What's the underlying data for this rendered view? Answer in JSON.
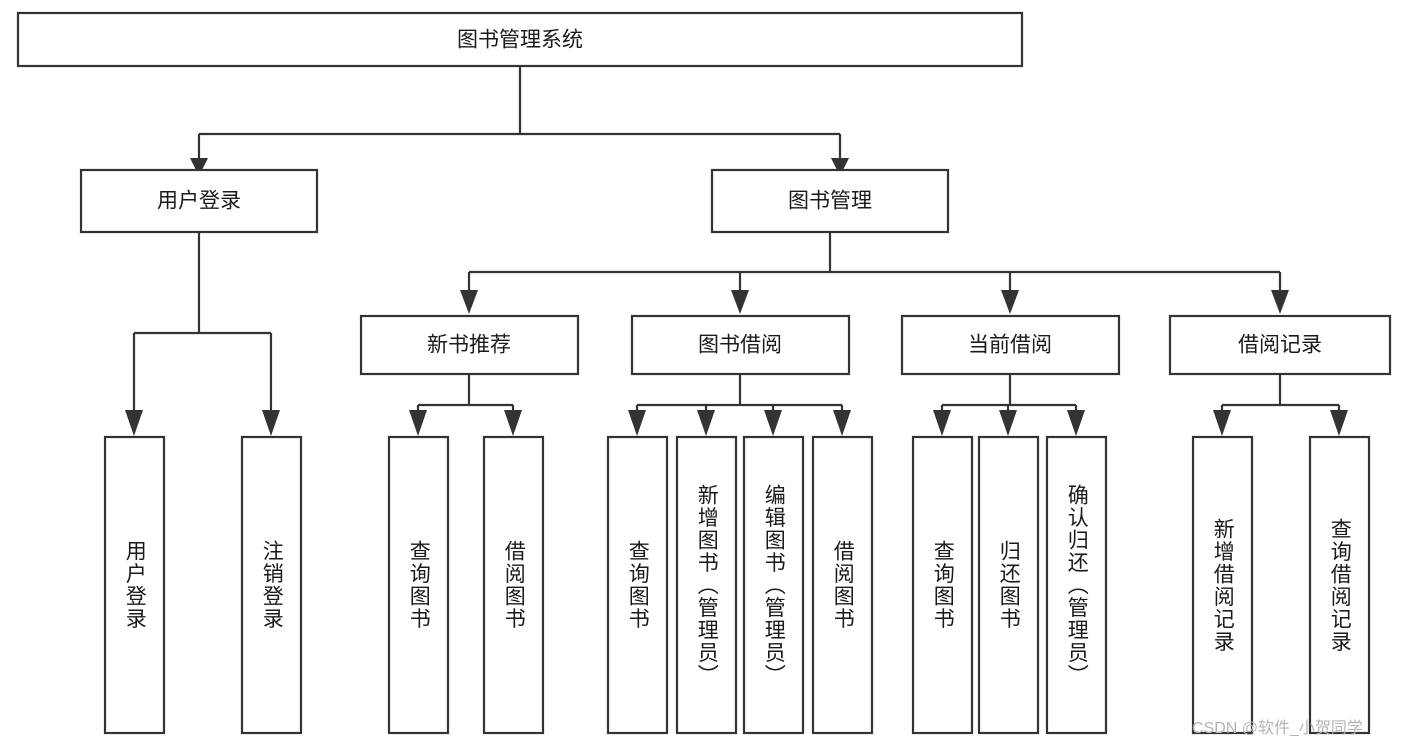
{
  "diagram": {
    "title": "图书管理系统",
    "type": "tree-hierarchy-diagram",
    "orientation": "top-down",
    "colors": {
      "box_stroke": "#333333",
      "box_fill": "#ffffff",
      "text": "#1a1a1a",
      "background": "#ffffff",
      "watermark": "#b5b5b5"
    },
    "levels": {
      "root": {
        "label": "图书管理系统"
      },
      "level2": [
        {
          "label": "用户登录"
        },
        {
          "label": "图书管理"
        }
      ],
      "level3": [
        {
          "label": "新书推荐"
        },
        {
          "label": "图书借阅"
        },
        {
          "label": "当前借阅"
        },
        {
          "label": "借阅记录"
        }
      ],
      "leaves": {
        "user_login": [
          {
            "label": "用户登录"
          },
          {
            "label": "注销登录"
          }
        ],
        "new_book_recommend": [
          {
            "label": "查询图书"
          },
          {
            "label": "借阅图书"
          }
        ],
        "book_borrow": [
          {
            "label": "查询图书"
          },
          {
            "label": "新增图书（管理员）"
          },
          {
            "label": "编辑图书（管理员）"
          },
          {
            "label": "借阅图书"
          }
        ],
        "current_borrow": [
          {
            "label": "查询图书"
          },
          {
            "label": "归还图书"
          },
          {
            "label": "确认归还（管理员）"
          }
        ],
        "borrow_record": [
          {
            "label": "新增借阅记录"
          },
          {
            "label": "查询借阅记录"
          }
        ]
      }
    },
    "watermark": "CSDN @软件_小贺同学"
  }
}
